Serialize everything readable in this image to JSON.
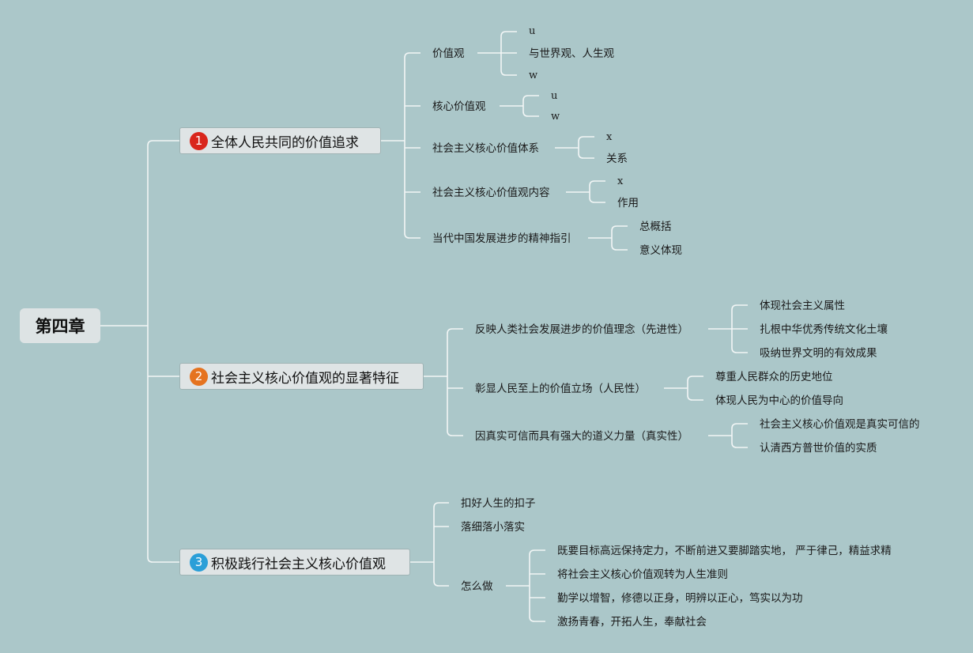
{
  "root": "第四章",
  "colors": {
    "background": "#abc7c9",
    "line": "#f2f6f6",
    "badge1": "#d9261c",
    "badge2": "#e5731f",
    "badge3": "#2a9fd8"
  },
  "branch1": {
    "number": "1",
    "title": "全体人民共同的价值追求",
    "children": [
      {
        "label": "价值观",
        "children": [
          "u",
          "与世界观、人生观",
          "w"
        ]
      },
      {
        "label": "核心价值观",
        "children": [
          "u",
          "w"
        ]
      },
      {
        "label": "社会主义核心价值体系",
        "children": [
          "x",
          "关系"
        ]
      },
      {
        "label": "社会主义核心价值观内容",
        "children": [
          "x",
          "作用"
        ]
      },
      {
        "label": "当代中国发展进步的精神指引",
        "children": [
          "总概括",
          "意义体现"
        ]
      }
    ]
  },
  "branch2": {
    "number": "2",
    "title": "社会主义核心价值观的显著特征",
    "children": [
      {
        "label": "反映人类社会发展进步的价值理念（先进性）",
        "children": [
          "体现社会主义属性",
          "扎根中华优秀传统文化土壤",
          "吸纳世界文明的有效成果"
        ]
      },
      {
        "label": "彰显人民至上的价值立场（人民性）",
        "children": [
          "尊重人民群众的历史地位",
          "体现人民为中心的价值导向"
        ]
      },
      {
        "label": "因真实可信而具有强大的道义力量（真实性）",
        "children": [
          "社会主义核心价值观是真实可信的",
          "认清西方普世价值的实质"
        ]
      }
    ]
  },
  "branch3": {
    "number": "3",
    "title": "积极践行社会主义核心价值观",
    "children": [
      {
        "label": "扣好人生的扣子"
      },
      {
        "label": "落细落小落实"
      },
      {
        "label": "怎么做",
        "children": [
          "既要目标高远保持定力，不断前进又要脚踏实地， 严于律己，精益求精",
          "将社会主义核心价值观转为人生准则",
          "勤学以增智，修德以正身，明辨以正心，笃实以为功",
          "激扬青春，开拓人生，奉献社会"
        ]
      }
    ]
  }
}
